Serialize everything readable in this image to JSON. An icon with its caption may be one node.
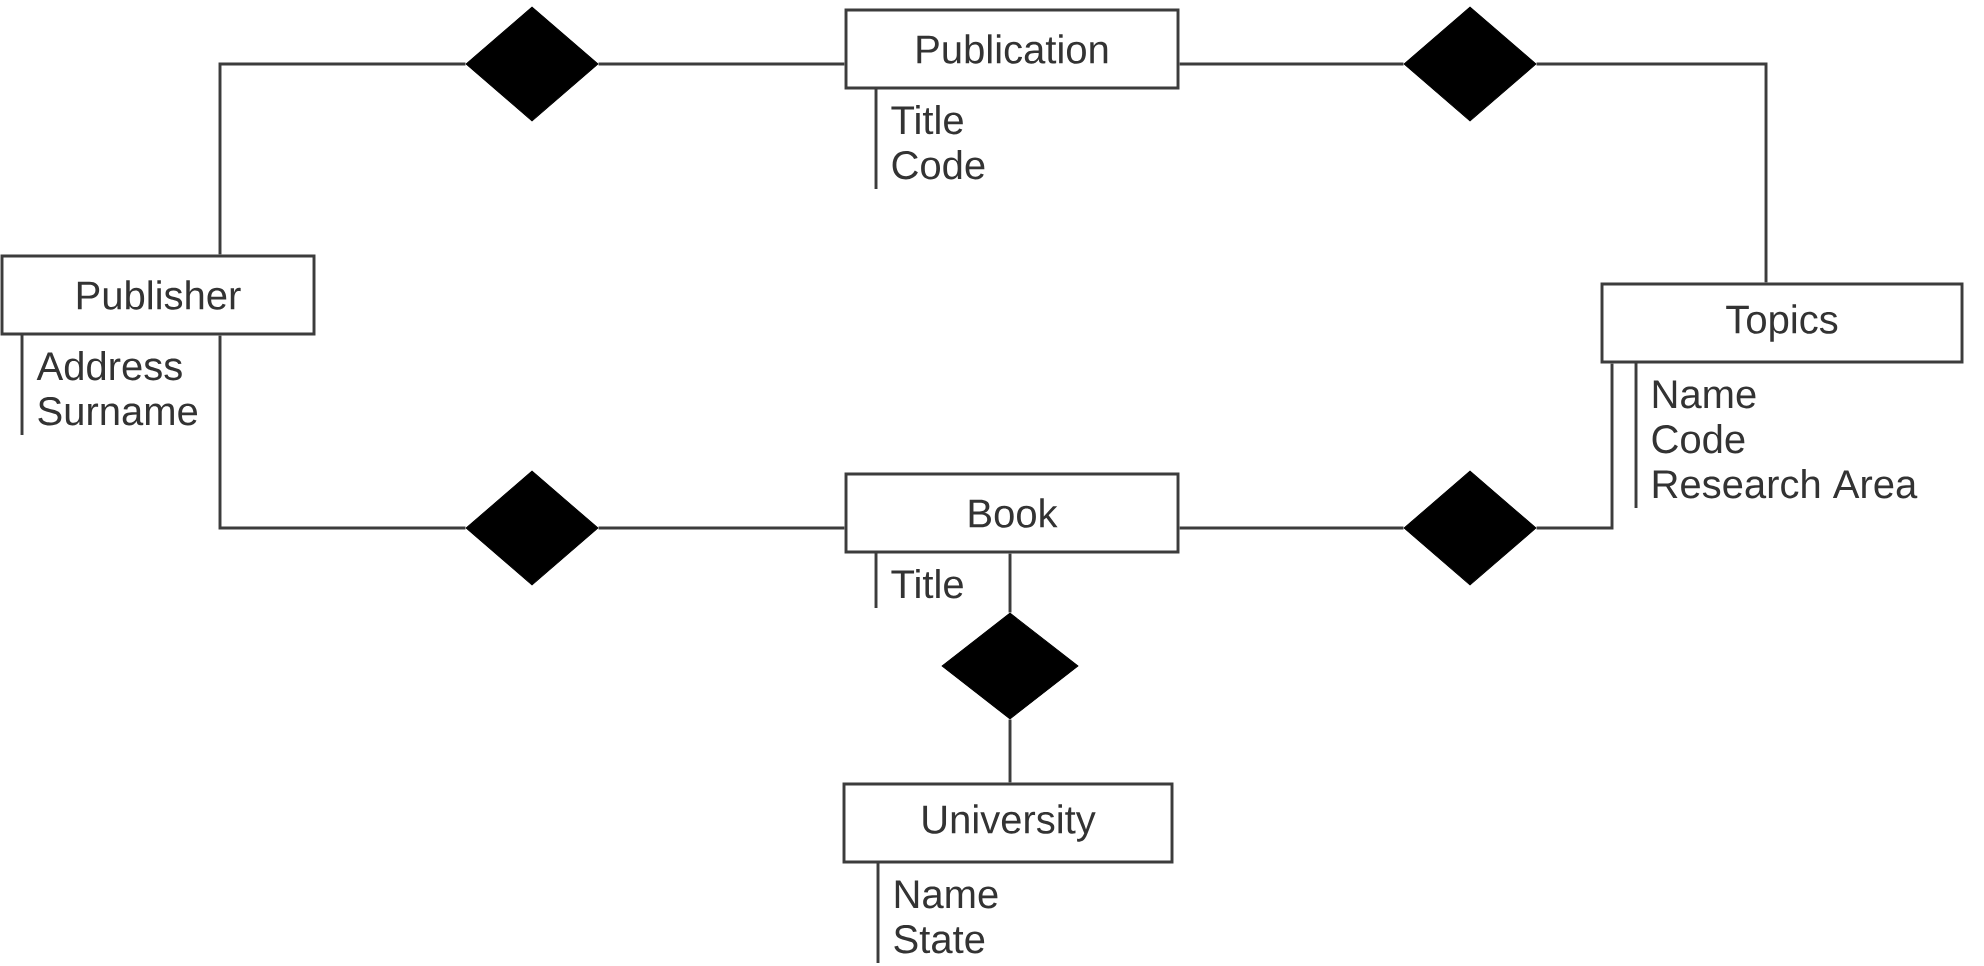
{
  "diagram": {
    "nodes": [
      {
        "text": [
          "Publication"
        ],
        "beside": [
          "Title",
          "Code"
        ]
      },
      {
        "text": [
          "Publisher"
        ],
        "beside": [
          "Address",
          "Surname"
        ]
      },
      {
        "text": [
          "Topics"
        ],
        "beside": [
          "Name",
          "Code",
          "Research Area"
        ]
      },
      {
        "text": [
          "Book"
        ],
        "beside": [
          "Title"
        ]
      },
      {
        "text": [
          "University"
        ],
        "beside": [
          "Name",
          "State"
        ]
      },
      {
        "text": [],
        "shape": "diamond"
      },
      {
        "text": [],
        "shape": "diamond"
      },
      {
        "text": [],
        "shape": "diamond"
      },
      {
        "text": [],
        "shape": "diamond"
      },
      {
        "text": [],
        "shape": "diamond"
      }
    ],
    "edges": [
      {
        "from": 1,
        "to": 5,
        "arrow": "none"
      },
      {
        "from": 5,
        "to": 0,
        "arrow": "none"
      },
      {
        "from": 0,
        "to": 6,
        "arrow": "none"
      },
      {
        "from": 6,
        "to": 2,
        "arrow": "none"
      },
      {
        "from": 1,
        "to": 7,
        "arrow": "none"
      },
      {
        "from": 7,
        "to": 3,
        "arrow": "none"
      },
      {
        "from": 3,
        "to": 8,
        "arrow": "none"
      },
      {
        "from": 8,
        "to": 2,
        "arrow": "none"
      },
      {
        "from": 3,
        "to": 9,
        "arrow": "none"
      },
      {
        "from": 9,
        "to": 4,
        "arrow": "none"
      }
    ]
  }
}
